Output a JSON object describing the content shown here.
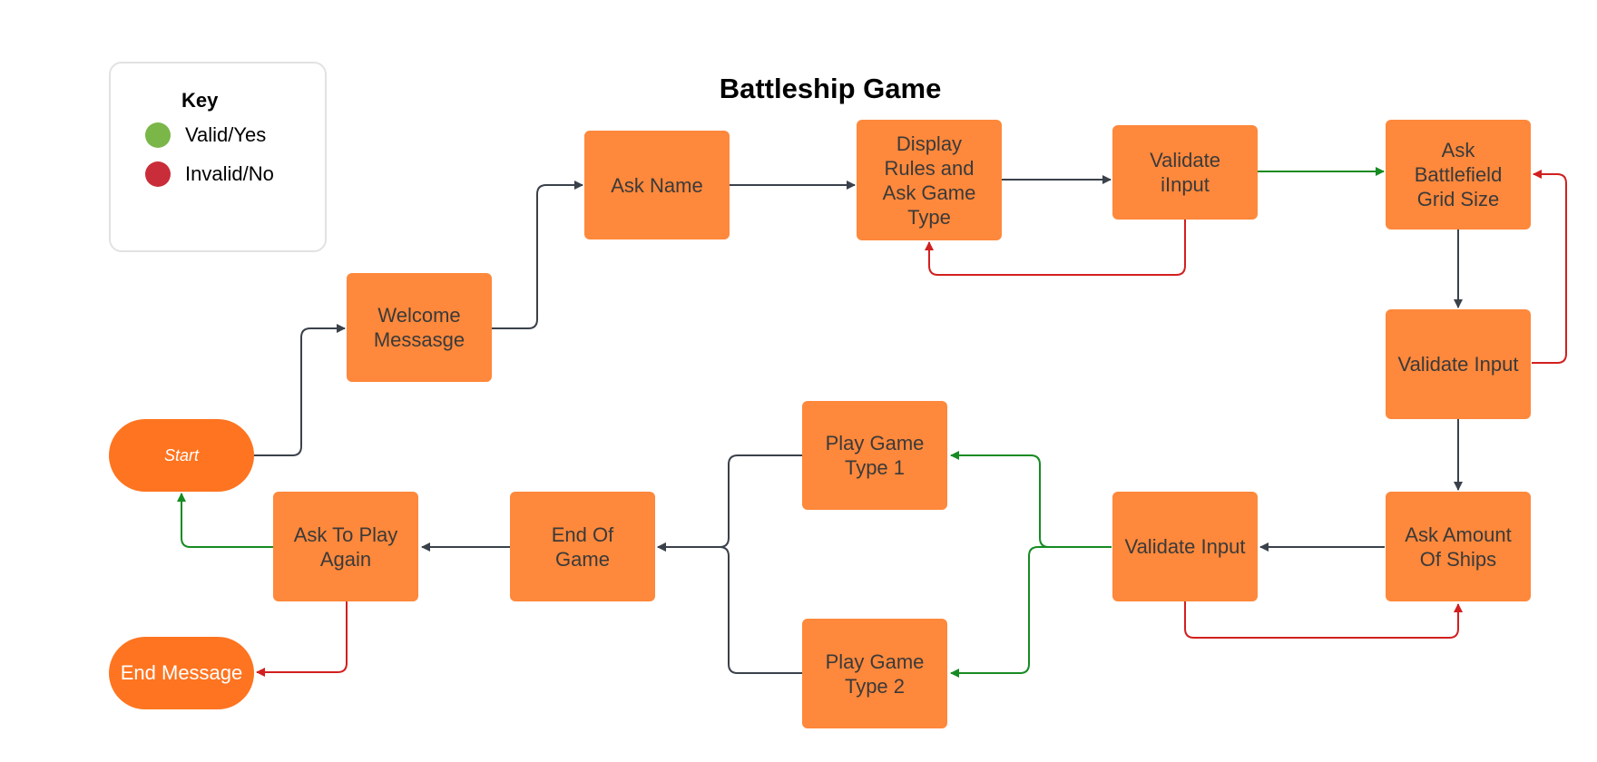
{
  "title": "Battleship Game",
  "legend": {
    "title": "Key",
    "items": [
      {
        "label": "Valid/Yes",
        "color": "#7ab648"
      },
      {
        "label": "Invalid/No",
        "color": "#c92d39"
      }
    ]
  },
  "colors": {
    "node": "#fe883b",
    "terminal": "#fe7420",
    "default_edge": "#3a414a",
    "yes_edge": "#168b22",
    "no_edge": "#d21f1f"
  },
  "nodes": {
    "start": "Start",
    "end_message": "End Message",
    "welcome": "Welcome\nMessasge",
    "ask_name": "Ask Name",
    "display_rules": "Display\nRules and\nAsk Game\nType",
    "validate_1": "Validate\niInput",
    "ask_grid": "Ask\nBattlefield\nGrid Size",
    "validate_2": "Validate Input",
    "ask_ships": "Ask Amount\nOf Ships",
    "validate_3": "Validate Input",
    "play_1": "Play Game\nType 1",
    "play_2": "Play Game\nType 2",
    "end_game": "End Of\nGame",
    "play_again": "Ask To Play\nAgain"
  },
  "edges": [
    {
      "from": "start",
      "to": "welcome",
      "type": "default"
    },
    {
      "from": "welcome",
      "to": "ask_name",
      "type": "default"
    },
    {
      "from": "ask_name",
      "to": "display_rules",
      "type": "default"
    },
    {
      "from": "display_rules",
      "to": "validate_1",
      "type": "default"
    },
    {
      "from": "validate_1",
      "to": "ask_grid",
      "type": "yes"
    },
    {
      "from": "validate_1",
      "to": "display_rules",
      "type": "no"
    },
    {
      "from": "ask_grid",
      "to": "validate_2",
      "type": "default"
    },
    {
      "from": "validate_2",
      "to": "ask_grid",
      "type": "no"
    },
    {
      "from": "validate_2",
      "to": "ask_ships",
      "type": "default"
    },
    {
      "from": "ask_ships",
      "to": "validate_3",
      "type": "default"
    },
    {
      "from": "validate_3",
      "to": "ask_ships",
      "type": "no"
    },
    {
      "from": "validate_3",
      "to": "play_1",
      "type": "yes"
    },
    {
      "from": "validate_3",
      "to": "play_2",
      "type": "yes"
    },
    {
      "from": "play_1",
      "to": "end_game",
      "type": "default"
    },
    {
      "from": "play_2",
      "to": "end_game",
      "type": "default"
    },
    {
      "from": "end_game",
      "to": "play_again",
      "type": "default"
    },
    {
      "from": "play_again",
      "to": "start",
      "type": "yes"
    },
    {
      "from": "play_again",
      "to": "end_message",
      "type": "no"
    }
  ]
}
